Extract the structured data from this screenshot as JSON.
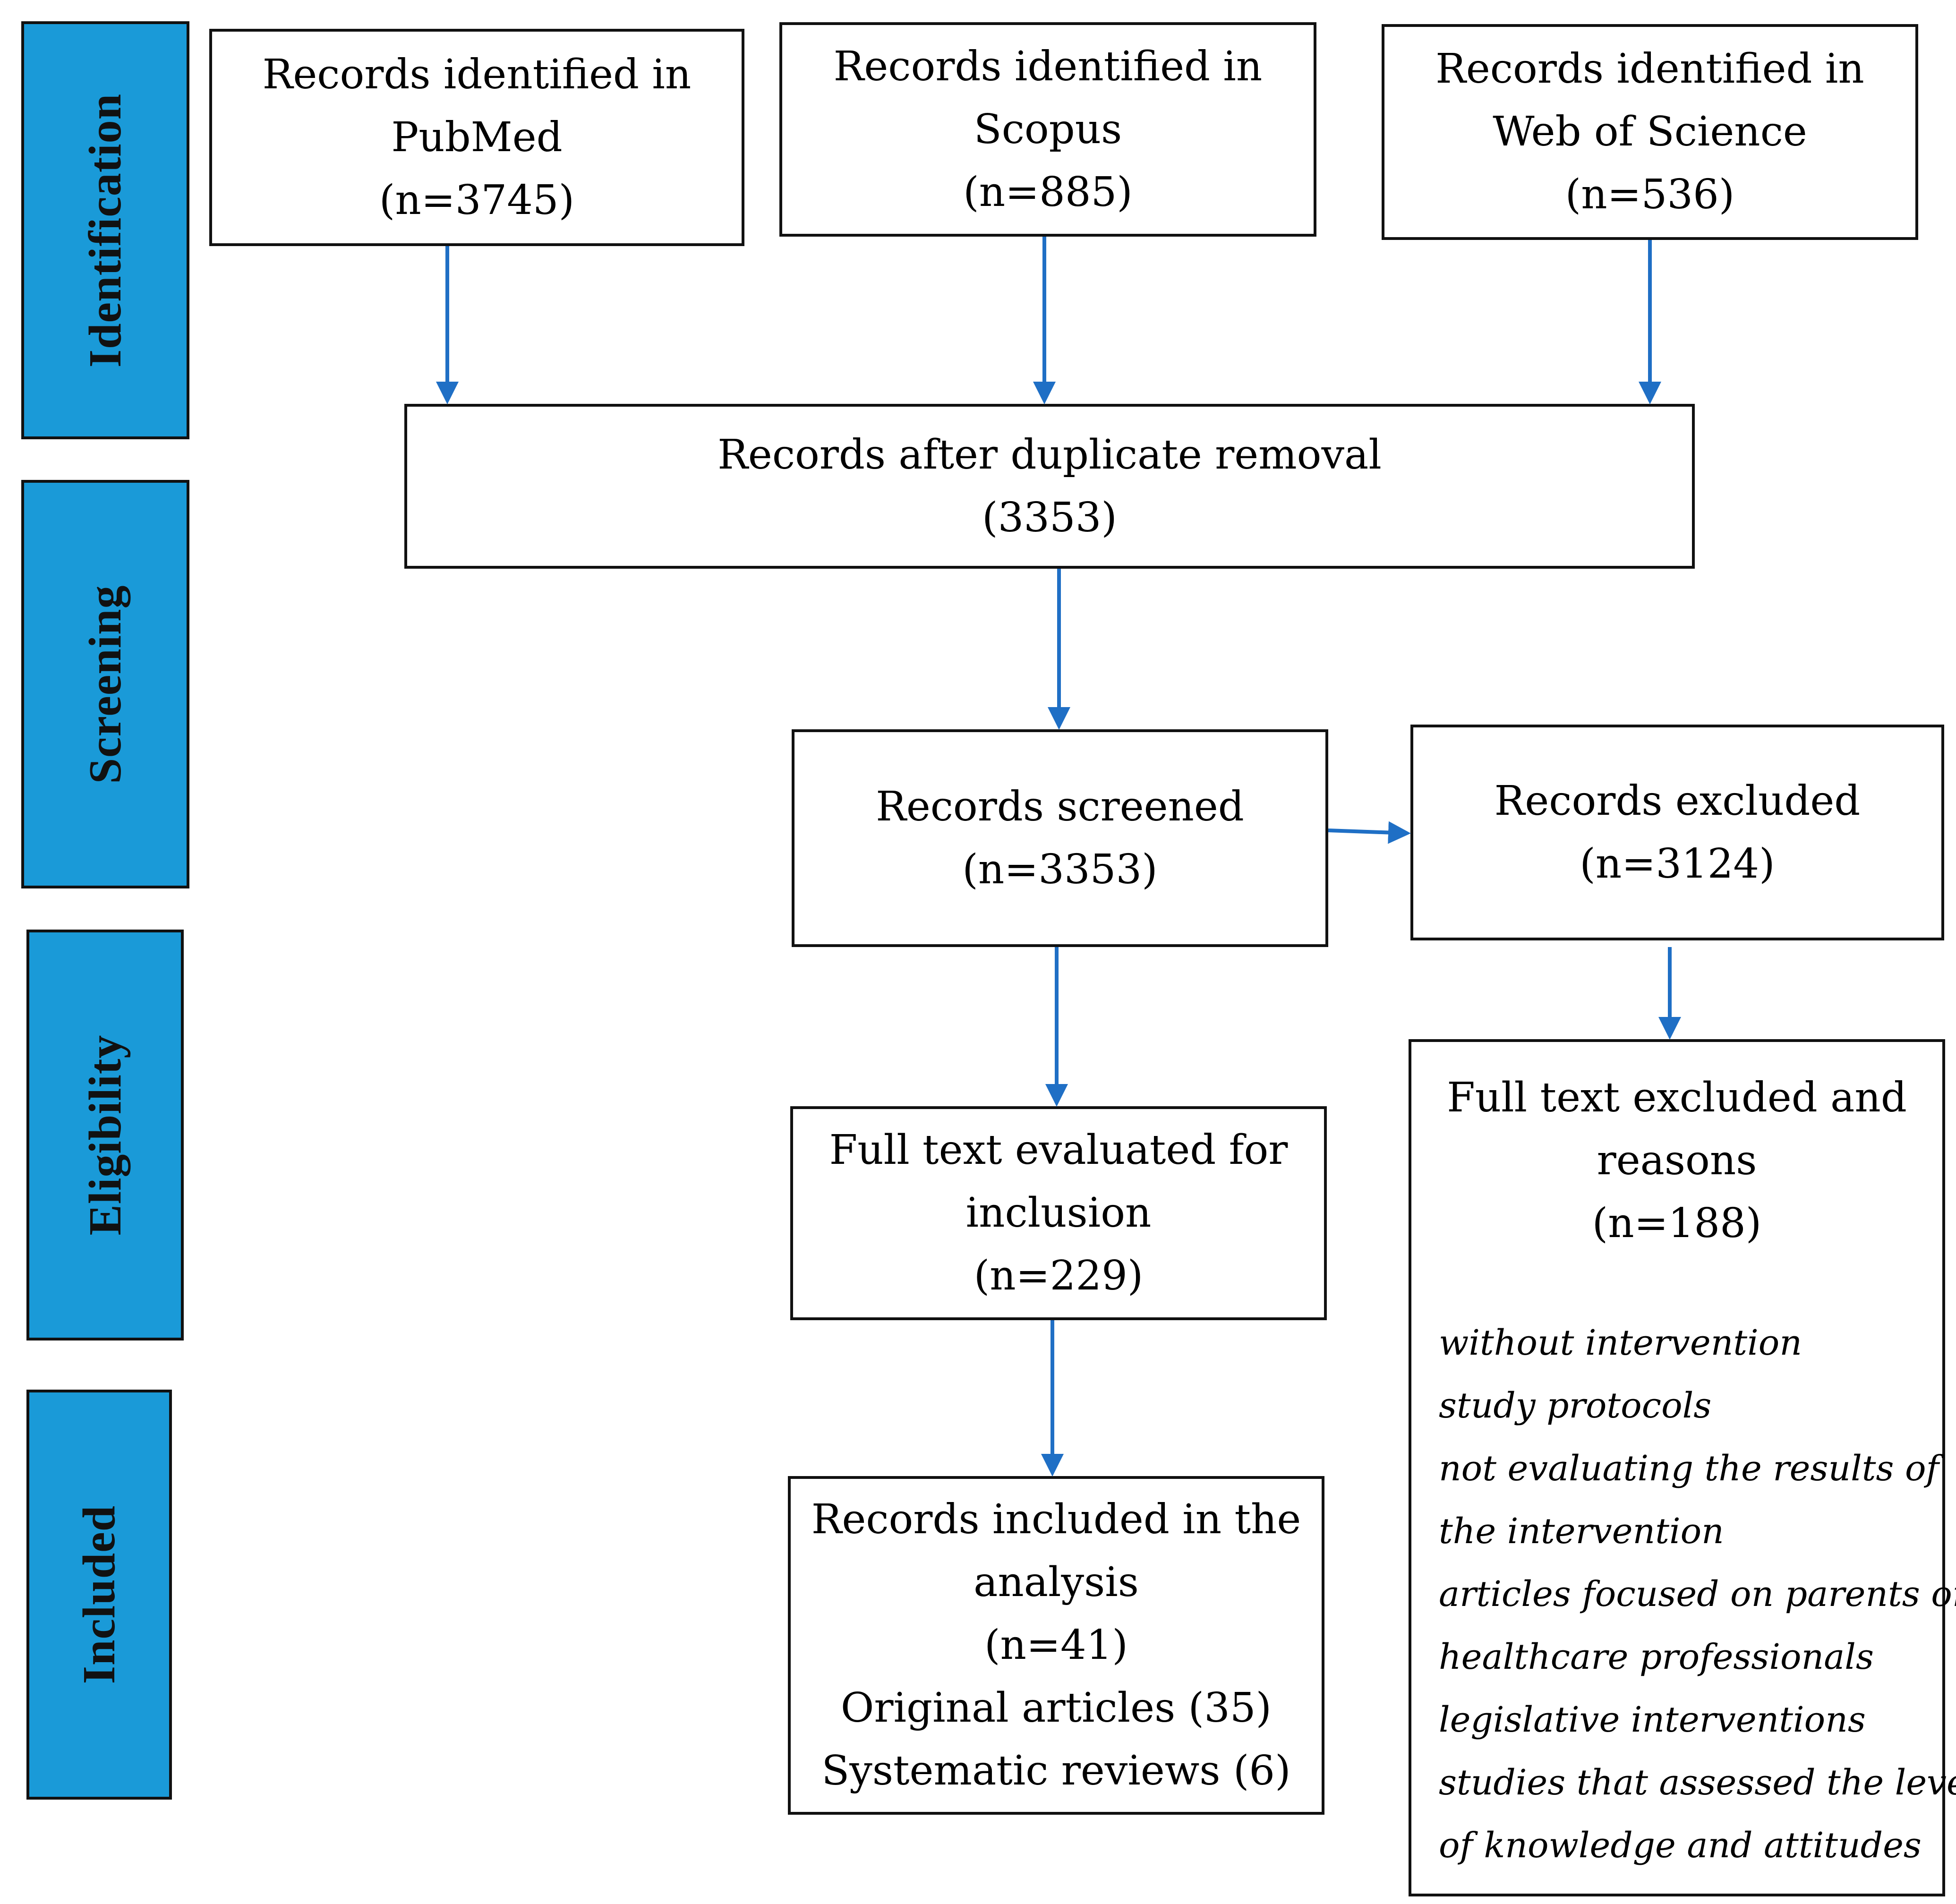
{
  "phases": {
    "identification": "Identification",
    "screening": "Screening",
    "eligibility": "Eligibility",
    "included": "Included"
  },
  "boxes": {
    "pubmed": {
      "line1": "Records identified in",
      "line2": "PubMed",
      "line3": "(n=3745)"
    },
    "scopus": {
      "line1": "Records identified in",
      "line2": "Scopus",
      "line3": "(n=885)"
    },
    "wos": {
      "line1": "Records identified in",
      "line2": "Web of Science",
      "line3": "(n=536)"
    },
    "dedup": {
      "line1": "Records after duplicate removal",
      "line2": "(3353)"
    },
    "screened": {
      "line1": "Records screened",
      "line2": "(n=3353)"
    },
    "excluded": {
      "line1": "Records excluded",
      "line2": "(n=3124)"
    },
    "fulltext": {
      "line1": "Full text evaluated for",
      "line2": "inclusion",
      "line3": "(n=229)"
    },
    "fulltext_excluded": {
      "line1": "Full text excluded and",
      "line2": "reasons",
      "line3": "(n=188)",
      "reasons": [
        "without intervention",
        "study protocols",
        "not evaluating the results of",
        "the intervention",
        "articles focused on parents or",
        "healthcare professionals",
        "legislative interventions",
        "studies  that assessed the level",
        "of knowledge and attitudes"
      ]
    },
    "included": {
      "line1": "Records included in the",
      "line2": "analysis",
      "line3": "(n=41)",
      "line4": "Original articles (35)",
      "line5": "Systematic reviews (6)"
    }
  },
  "colors": {
    "phase_fill": "#1a9ad8",
    "arrow": "#1f6fc5",
    "border": "#111111"
  }
}
